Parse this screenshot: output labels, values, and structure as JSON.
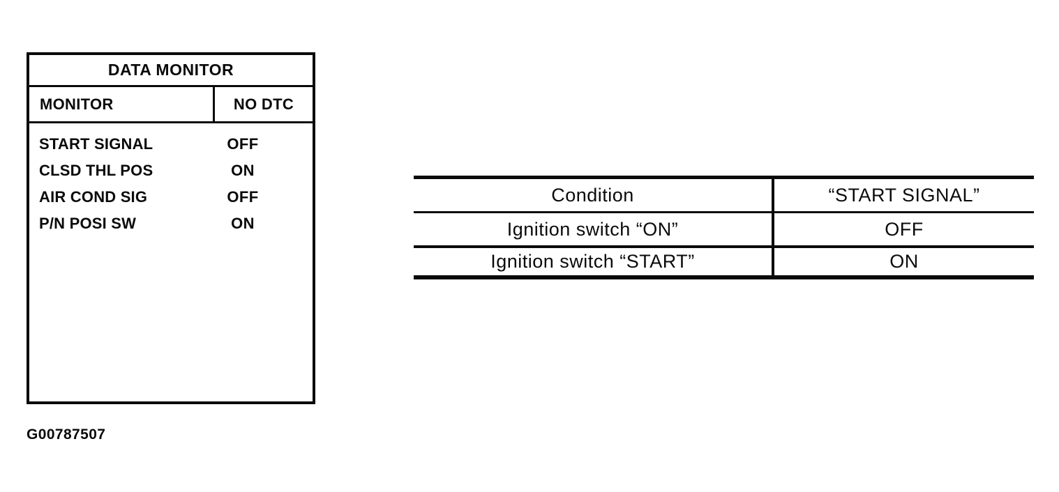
{
  "figure": {
    "id": "G00787507"
  },
  "data_monitor": {
    "title": "DATA MONITOR",
    "header": {
      "monitor": "MONITOR",
      "dtc": "NO DTC"
    },
    "rows": [
      {
        "label": "START SIGNAL",
        "value": "OFF"
      },
      {
        "label": "CLSD THL POS",
        "value": "ON"
      },
      {
        "label": "AIR COND SIG",
        "value": "OFF"
      },
      {
        "label": "P/N POSI SW",
        "value": "ON"
      }
    ]
  },
  "condition_table": {
    "header": {
      "condition": "Condition",
      "signal": "“START SIGNAL”"
    },
    "rows": [
      {
        "condition": "Ignition switch “ON”",
        "value": "OFF"
      },
      {
        "condition": "Ignition switch “START”",
        "value": "ON"
      }
    ]
  },
  "colors": {
    "ink": "#0a0a0a",
    "paper": "#ffffff"
  }
}
